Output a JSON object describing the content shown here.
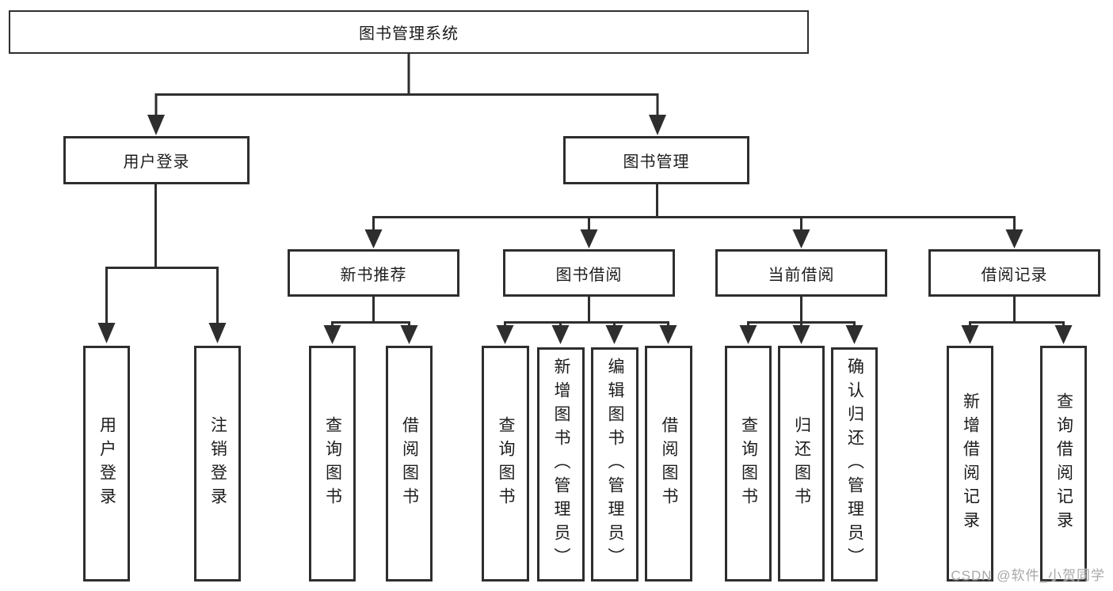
{
  "diagram": {
    "root": {
      "label": "图书管理系统"
    },
    "level2": [
      {
        "label": "用户登录",
        "children": [
          {
            "label": "用户登录"
          },
          {
            "label": "注销登录"
          }
        ]
      },
      {
        "label": "图书管理",
        "children": [
          {
            "label": "新书推荐",
            "children": [
              {
                "label": "查询图书"
              },
              {
                "label": "借阅图书"
              }
            ]
          },
          {
            "label": "图书借阅",
            "children": [
              {
                "label": "查询图书"
              },
              {
                "label": "新增图书（管理员）"
              },
              {
                "label": "编辑图书（管理员）"
              },
              {
                "label": "借阅图书"
              }
            ]
          },
          {
            "label": "当前借阅",
            "children": [
              {
                "label": "查询图书"
              },
              {
                "label": "归还图书"
              },
              {
                "label": "确认归还（管理员）"
              }
            ]
          },
          {
            "label": "借阅记录",
            "children": [
              {
                "label": "新增借阅记录"
              },
              {
                "label": "查询借阅记录"
              }
            ]
          }
        ]
      }
    ]
  },
  "watermark": {
    "text": "CSDN @软件_小贺同学"
  },
  "colors": {
    "line": "#2e2e2e",
    "text": "#1c1c1c",
    "watermark": "#a8a8a8",
    "background": "#ffffff"
  }
}
